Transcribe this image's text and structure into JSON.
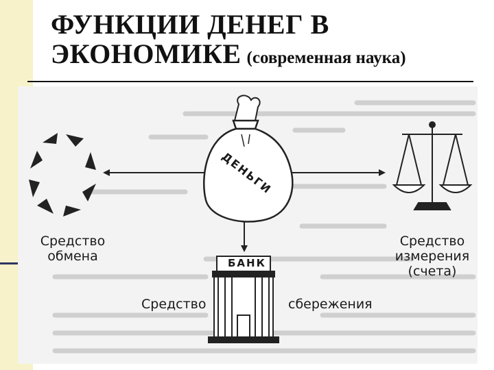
{
  "slide": {
    "title_line1": "ФУНКЦИИ ДЕНЕГ В",
    "title_line2": "ЭКОНОМИКЕ",
    "title_note": "(современная наука)"
  },
  "diagram": {
    "bag_label": "ДЕНЬГИ",
    "bank_label": "БАНК",
    "exchange_line1": "Средство",
    "exchange_line2": "обмена",
    "measure_line1": "Средство",
    "measure_line2": "измерения",
    "measure_line3": "(счета)",
    "saving_left": "Средство",
    "saving_right": "сбережения"
  }
}
